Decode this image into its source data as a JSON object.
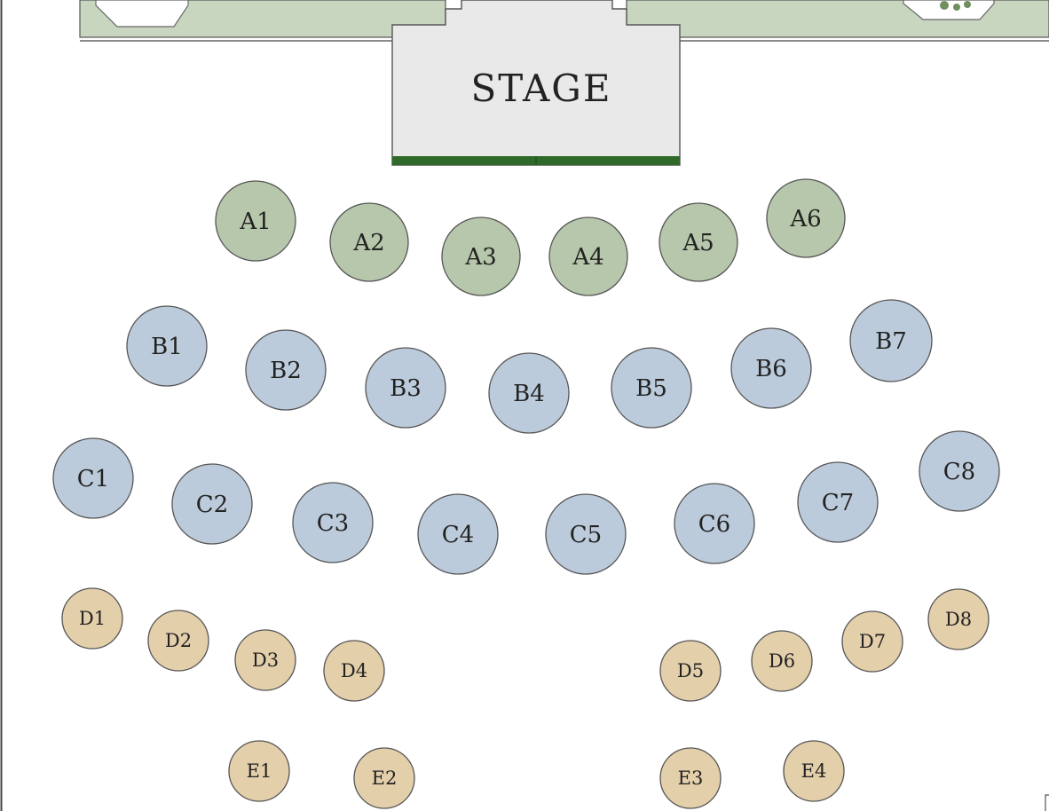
{
  "stage": {
    "label": "STAGE"
  },
  "colors": {
    "garden": "#c8d6c0",
    "row_a": "#b7c7ab",
    "rows_b_c": "#bccbdb",
    "rows_d_e": "#e4cfab",
    "stage_fill": "#e9e9e9",
    "stage_edge": "#2f6a2b",
    "outline": "#555555"
  },
  "tables": [
    {
      "label": "A1",
      "group": "A"
    },
    {
      "label": "A2",
      "group": "A"
    },
    {
      "label": "A3",
      "group": "A"
    },
    {
      "label": "A4",
      "group": "A"
    },
    {
      "label": "A5",
      "group": "A"
    },
    {
      "label": "A6",
      "group": "A"
    },
    {
      "label": "B1",
      "group": "B"
    },
    {
      "label": "B2",
      "group": "B"
    },
    {
      "label": "B3",
      "group": "B"
    },
    {
      "label": "B4",
      "group": "B"
    },
    {
      "label": "B5",
      "group": "B"
    },
    {
      "label": "B6",
      "group": "B"
    },
    {
      "label": "B7",
      "group": "B"
    },
    {
      "label": "C1",
      "group": "C"
    },
    {
      "label": "C2",
      "group": "C"
    },
    {
      "label": "C3",
      "group": "C"
    },
    {
      "label": "C4",
      "group": "C"
    },
    {
      "label": "C5",
      "group": "C"
    },
    {
      "label": "C6",
      "group": "C"
    },
    {
      "label": "C7",
      "group": "C"
    },
    {
      "label": "C8",
      "group": "C"
    },
    {
      "label": "D1",
      "group": "D"
    },
    {
      "label": "D2",
      "group": "D"
    },
    {
      "label": "D3",
      "group": "D"
    },
    {
      "label": "D4",
      "group": "D"
    },
    {
      "label": "D5",
      "group": "D"
    },
    {
      "label": "D6",
      "group": "D"
    },
    {
      "label": "D7",
      "group": "D"
    },
    {
      "label": "D8",
      "group": "D"
    },
    {
      "label": "E1",
      "group": "E"
    },
    {
      "label": "E2",
      "group": "E"
    },
    {
      "label": "E3",
      "group": "E"
    },
    {
      "label": "E4",
      "group": "E"
    }
  ]
}
